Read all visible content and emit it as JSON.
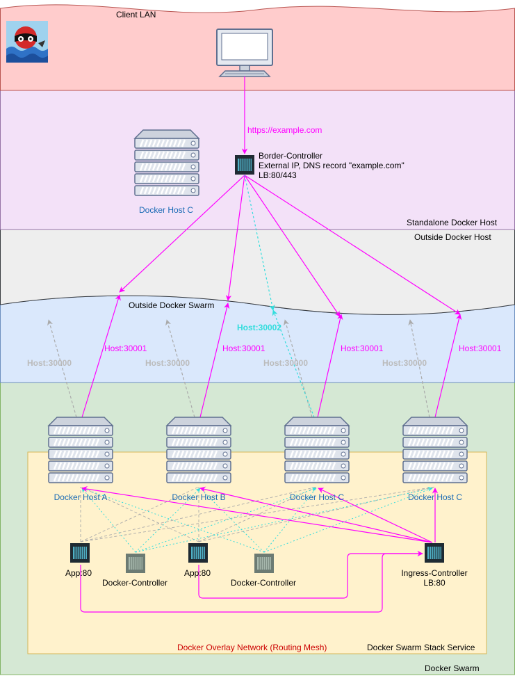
{
  "zones": {
    "client_lan": "Client LAN",
    "standalone_host": "Standalone Docker Host",
    "outside_host": "Outside Docker Host",
    "outside_swarm": "Outside Docker Swarm",
    "docker_swarm": "Docker Swarm",
    "stack_service": "Docker Swarm Stack Service",
    "overlay_network": "Docker Overlay Network (Routing Mesh)"
  },
  "standalone": {
    "url_label": "https://example.com",
    "border_controller": {
      "name": "Border-Controller",
      "detail": "External IP, DNS record \"example.com\"",
      "ports": "LB:80/443"
    },
    "host_label": "Docker Host C"
  },
  "swarm_hosts": [
    {
      "label": "Docker Host A"
    },
    {
      "label": "Docker Host B"
    },
    {
      "label": "Docker Host C"
    },
    {
      "label": "Docker Host C"
    }
  ],
  "ports": {
    "host_30001": "Host:30001",
    "host_30000": "Host:30000",
    "host_30002": "Host:30002"
  },
  "services": {
    "app_1": "App:80",
    "app_2": "App:80",
    "docker_controller_1": "Docker-Controller",
    "docker_controller_2": "Docker-Controller",
    "ingress_name": "Ingress-Controller",
    "ingress_port": "LB:80"
  },
  "colors": {
    "client_lan_bg": "#ffcccc",
    "standalone_bg": "#f3e1f8",
    "outside_host_bg": "#eeeeee",
    "outside_swarm_bg": "#dae8fc",
    "swarm_bg": "#d5e8d4",
    "stack_bg": "#fff2cc",
    "route_magenta": "#ff00ff",
    "route_cyan": "#33dddd",
    "route_gray": "#aaaaaa",
    "host_label": "#1a6bb5",
    "overlay_label": "#cc0000"
  }
}
